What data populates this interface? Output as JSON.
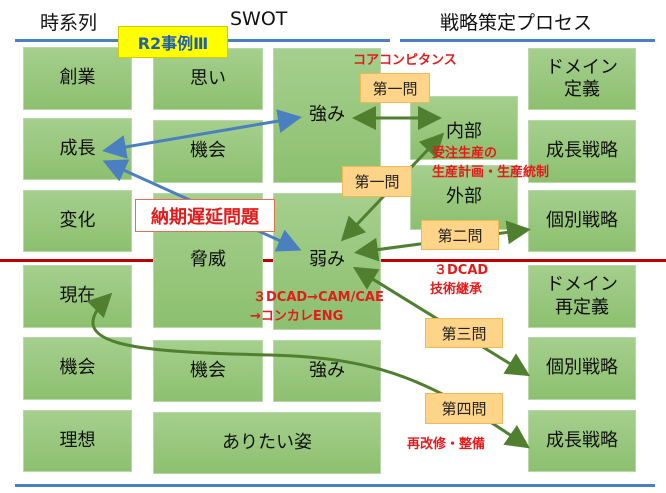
{
  "headers": {
    "timeline": "時系列",
    "swot": "SWOT",
    "process": "戦略策定プロセス"
  },
  "case_badge": "R2事例Ⅲ",
  "timeline": [
    "創業",
    "成長",
    "変化",
    "現在",
    "機会",
    "理想"
  ],
  "swot_col1": [
    "思い",
    "機会",
    "脅威",
    "機会"
  ],
  "swot_col2": [
    "強み",
    "弱み",
    "強み"
  ],
  "ideal": "ありたい姿",
  "internal": "内部",
  "external": "外部",
  "process": [
    [
      "ドメイン",
      "定義"
    ],
    [
      "成長戦略"
    ],
    [
      "個別戦略"
    ],
    [
      "ドメイン",
      "再定義"
    ],
    [
      "個別戦略"
    ],
    [
      "成長戦略"
    ]
  ],
  "questions": {
    "q1a": "第一問",
    "q1b": "第一問",
    "q2": "第二問",
    "q3": "第三問",
    "q4": "第四問"
  },
  "annotations": {
    "core": "コアコンピタンス",
    "order1": "受注生産の",
    "order2": "生産計画・生産統制",
    "delay": "納期遅延問題",
    "cad1": "３DCAD",
    "cad2": "技術継承",
    "cam1": "３DCAD→CAM/CAE",
    "cam2": "→コンカレENG",
    "repair": "再改修・整備"
  },
  "colors": {
    "blue": "#4a7fc0",
    "green": "#4f7f2f",
    "red": "#c00000",
    "text_red": "#e41b1b"
  }
}
